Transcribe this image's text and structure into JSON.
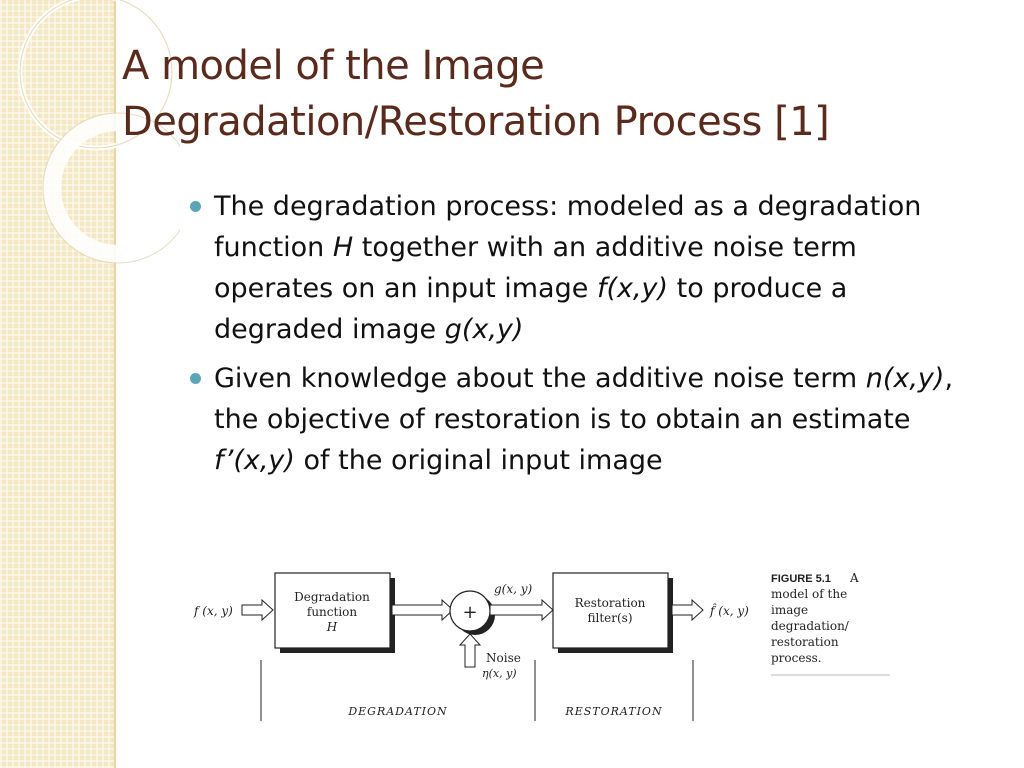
{
  "title": {
    "line1": "A model of the Image",
    "line2": "Degradation/Restoration Process [1]"
  },
  "bullets": [
    {
      "pre1": "The degradation process: modeled as a degradation function ",
      "em1": "H",
      "pre2": " together with an additive noise term operates on an input image ",
      "em2": "f(x,y)",
      "pre3": " to produce a degraded image ",
      "em3": "g(x,y)"
    },
    {
      "pre1": "Given knowledge about the additive noise term ",
      "em1": "n(x,y)",
      "pre2": ", the objective of restoration is to obtain an estimate ",
      "em2": "f’(x,y)",
      "pre3": " of the original input image"
    }
  ],
  "figure": {
    "input_label": "f (x, y)",
    "degradation_box": [
      "Degradation",
      "function",
      "H"
    ],
    "sum_symbol": "+",
    "g_label": "g(x, y)",
    "noise_label": "Noise",
    "eta_label": "η(x, y)",
    "restoration_box": [
      "Restoration",
      "filter(s)"
    ],
    "output_label": "f̂ (x, y)",
    "degradation_section": "DEGRADATION",
    "restoration_section": "RESTORATION",
    "caption_head": "FIGURE 5.1",
    "caption_lines": [
      "A",
      "model of the",
      "image",
      "degradation/",
      "restoration",
      "process."
    ]
  },
  "colors": {
    "title": "#5a2a1c",
    "bullet": "#5aa6b6",
    "strip": "#f3e7c4"
  }
}
